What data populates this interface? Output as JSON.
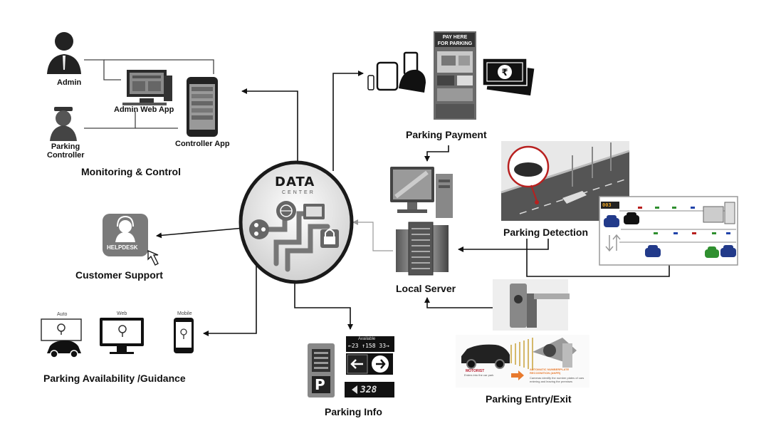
{
  "monitoring": {
    "title": "Monitoring & Control",
    "admin": "Admin",
    "admin_web_app": "Admin Web App",
    "parking_controller": "Parking\nController",
    "controller_app": "Controller App"
  },
  "payment": {
    "title": "Parking Payment",
    "kiosk_line1": "PAY HERE",
    "kiosk_line2": "FOR PARKING"
  },
  "data_center": {
    "line1": "DATA",
    "line2": "CENTER"
  },
  "detection": {
    "title": "Parking Detection",
    "counter": "003"
  },
  "local_server": {
    "title": "Local Server"
  },
  "support": {
    "title": "Customer Support",
    "helpdesk": "HELPDESK"
  },
  "guidance": {
    "title": "Parking Availability /Guidance",
    "auto": "Auto",
    "web": "Web",
    "mobile": "Mobile"
  },
  "info": {
    "title": "Parking Info",
    "sign_top": "Available",
    "left_count": "23",
    "mid_count": "158",
    "right_count": "33",
    "bottom_count": "328",
    "p_logo": "P"
  },
  "entry_exit": {
    "title": "Parking Entry/Exit",
    "motorist": "MOTORIST",
    "motorist_sub": "Enters into the car park",
    "anpr": "AUTOMATIC NUMBERPLATE RECOGNITION (ANPR)",
    "anpr_sub": "Cameras identify the number plates of cars entering and leaving the premises"
  }
}
